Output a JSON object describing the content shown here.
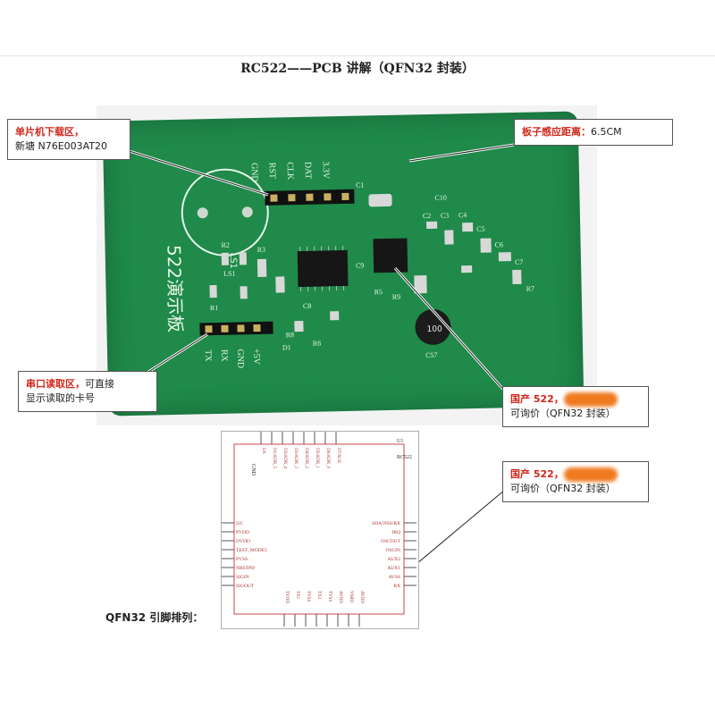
{
  "title": "RC522——PCB 讲解（QFN32 封装）",
  "board": {
    "name_text": "522演示板",
    "header_top_pins": [
      "GND",
      "RST",
      "CLK",
      "DAT",
      "3.3V"
    ],
    "header_bottom_pins": [
      "TX",
      "RX",
      "GND",
      "+5V"
    ],
    "component_labels": [
      "C1",
      "C2",
      "C3",
      "C4",
      "C5",
      "C6",
      "C7",
      "C8",
      "C9",
      "C10",
      "R1",
      "R2",
      "R3",
      "R5",
      "R6",
      "R7",
      "R8",
      "R9",
      "D1",
      "LS1",
      "C57"
    ],
    "capacitor_text": "100"
  },
  "annotations": {
    "download": {
      "red": "单片机下载区，",
      "black": "新塘 N76E003AT20"
    },
    "distance": {
      "red": "板子感应距离：",
      "black": "6.5CM"
    },
    "serial": {
      "red": "串口读取区，",
      "black1": "可直接",
      "black2": "显示读取的卡号"
    },
    "chip1": {
      "red": "国产 522，",
      "black": "可询价（QFN32 封装）"
    },
    "chip2": {
      "red": "国产 522，",
      "black": "可询价（QFN32 封装）"
    }
  },
  "schematic": {
    "ref": "U1",
    "part": "RC522",
    "left_pins": [
      "I2C",
      "PVDD",
      "DVDD",
      "TEST_MODE5",
      "PVSS",
      "NRSTPD",
      "SIGIN",
      "SIGOUT"
    ],
    "right_pins": [
      "SDA/NSS/RX",
      "IRQ",
      "OSCOUT",
      "OSCIN",
      "AUX2",
      "AUX1",
      "AVSS",
      "RX"
    ],
    "top_pins": [
      "EA",
      "D1/ADR_5",
      "D2/ADR_4",
      "D3/ADR_3",
      "D4/ADR_2",
      "D5/ADR_1",
      "D6/ADR_0",
      "D7/SCK"
    ],
    "bottom_pins": [
      "TVDD",
      "TX1",
      "TVSS",
      "TX2",
      "TVSS",
      "AVDD",
      "VMID",
      "AVDD"
    ],
    "gnd": "GND"
  },
  "footer_label": "QFN32 引脚排列："
}
